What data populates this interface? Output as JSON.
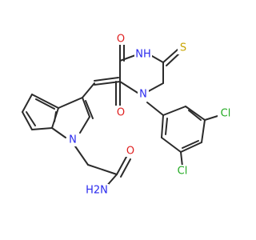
{
  "structure": {
    "atoms": {
      "o_top": {
        "text": "O",
        "color": "#e02020"
      },
      "nh": {
        "text": "NH",
        "color": "#2a2aee"
      },
      "s": {
        "text": "S",
        "color": "#c8a400"
      },
      "o_mid": {
        "text": "O",
        "color": "#e02020"
      },
      "n_ring": {
        "text": "N",
        "color": "#2a2aee"
      },
      "cl_top": {
        "text": "Cl",
        "color": "#22aa22"
      },
      "cl_bot": {
        "text": "Cl",
        "color": "#22aa22"
      },
      "n_indole": {
        "text": "N",
        "color": "#2a2aee"
      },
      "o_amide": {
        "text": "O",
        "color": "#e02020"
      },
      "nh2": {
        "text": "H2N",
        "color": "#2a2aee"
      }
    },
    "bond_color": "#2b2b2b"
  }
}
